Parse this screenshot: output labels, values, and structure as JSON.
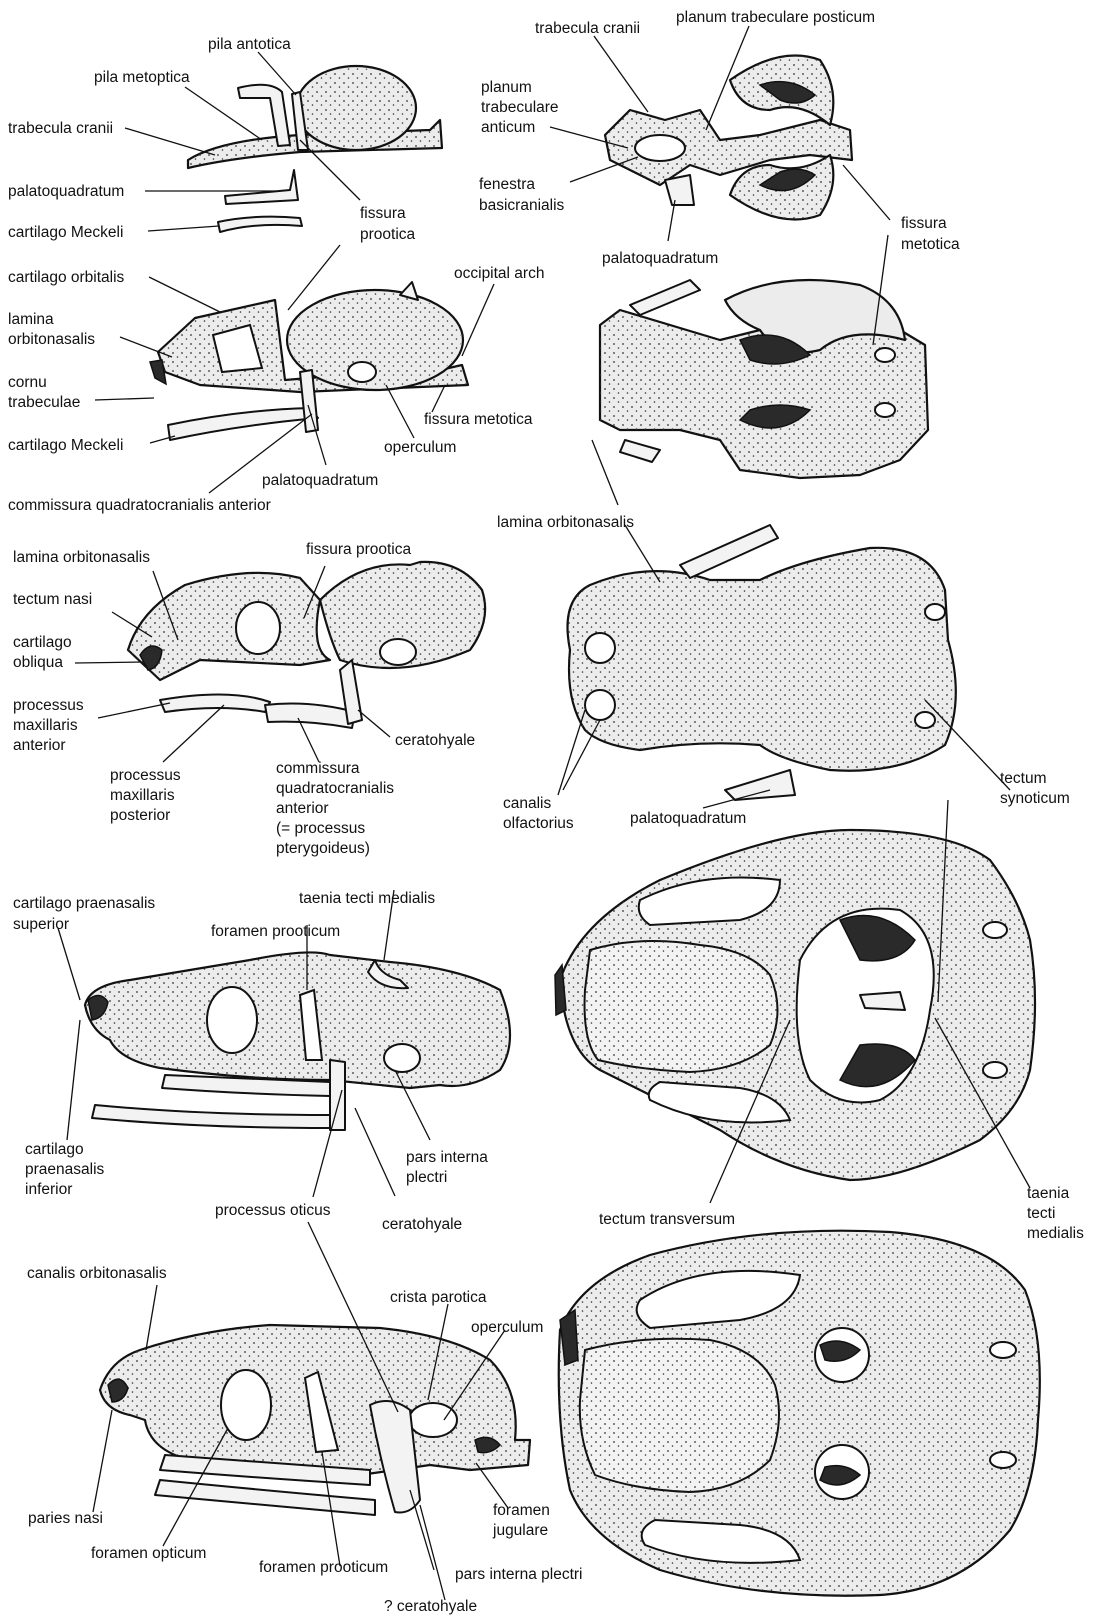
{
  "labels": {
    "pila_antotica": "pila antotica",
    "pila_metoptica": "pila metoptica",
    "trabecula_cranii_1": "trabecula cranii",
    "palatoquadratum_1": "palatoquadratum",
    "cartilago_meckeli_1": "cartilago Meckeli",
    "fissura_prootica_1a": "fissura",
    "fissura_prootica_1b": "prootica",
    "trabecula_cranii_2": "trabecula cranii",
    "planum_post": "planum trabeculare posticum",
    "planum_ant_a": "planum",
    "planum_ant_b": "trabeculare",
    "planum_ant_c": "anticum",
    "fenestra_a": "fenestra",
    "fenestra_b": "basicranialis",
    "palatoquadratum_2": "palatoquadratum",
    "fissura_metotica_1a": "fissura",
    "fissura_metotica_1b": "metotica",
    "cartilago_orbitalis": "cartilago orbitalis",
    "lamina_orbitonasalis_1a": "lamina",
    "lamina_orbitonasalis_1b": "orbitonasalis",
    "cornu_a": "cornu",
    "cornu_b": "trabeculae",
    "cartilago_meckeli_2": "cartilago Meckeli",
    "occipital_arch": "occipital arch",
    "fissura_metotica_2": "fissura metotica",
    "operculum_1": "operculum",
    "palatoquadratum_3": "palatoquadratum",
    "commissura_1": "commissura quadratocranialis anterior",
    "lamina_orbitonasalis_2": "lamina orbitonasalis",
    "lamina_orbitonasalis_3": "lamina orbitonasalis",
    "fissura_prootica_2": "fissura prootica",
    "tectum_nasi": "tectum nasi",
    "cartilago_obliqua_a": "cartilago",
    "cartilago_obliqua_b": "obliqua",
    "proc_max_ant_a": "processus",
    "proc_max_ant_b": "maxillaris",
    "proc_max_ant_c": "anterior",
    "ceratohyale_1": "ceratohyale",
    "proc_max_post_a": "processus",
    "proc_max_post_b": "maxillaris",
    "proc_max_post_c": "posterior",
    "commissura_2a": "commissura",
    "commissura_2b": "quadratocranialis",
    "commissura_2c": "anterior",
    "commissura_2d": "(= processus",
    "commissura_2e": "pterygoideus)",
    "canalis_olf_a": "canalis",
    "canalis_olf_b": "olfactorius",
    "palatoquadratum_4": "palatoquadratum",
    "tectum_syn_a": "tectum",
    "tectum_syn_b": "synoticum",
    "cart_praen_sup_a": "cartilago praenasalis",
    "cart_praen_sup_b": "superior",
    "taenia_medialis_1": "taenia tecti medialis",
    "foramen_prooticum_1": "foramen prooticum",
    "cart_praen_inf_a": "cartilago",
    "cart_praen_inf_b": "praenasalis",
    "cart_praen_inf_c": "inferior",
    "pars_interna_1a": "pars interna",
    "pars_interna_1b": "plectri",
    "processus_oticus": "processus oticus",
    "ceratohyale_2": "ceratohyale",
    "tectum_transversum": "tectum transversum",
    "taenia_medialis_2a": "taenia",
    "taenia_medialis_2b": "tecti",
    "taenia_medialis_2c": "medialis",
    "canalis_orbitonasalis": "canalis orbitonasalis",
    "crista_parotica": "crista parotica",
    "operculum_2": "operculum",
    "paries_nasi": "paries nasi",
    "foramen_jugulare_a": "foramen",
    "foramen_jugulare_b": "jugulare",
    "foramen_opticum": "foramen opticum",
    "foramen_prooticum_2": "foramen prooticum",
    "pars_interna_2": "pars interna plectri",
    "ceratohyale_3": "? ceratohyale"
  }
}
